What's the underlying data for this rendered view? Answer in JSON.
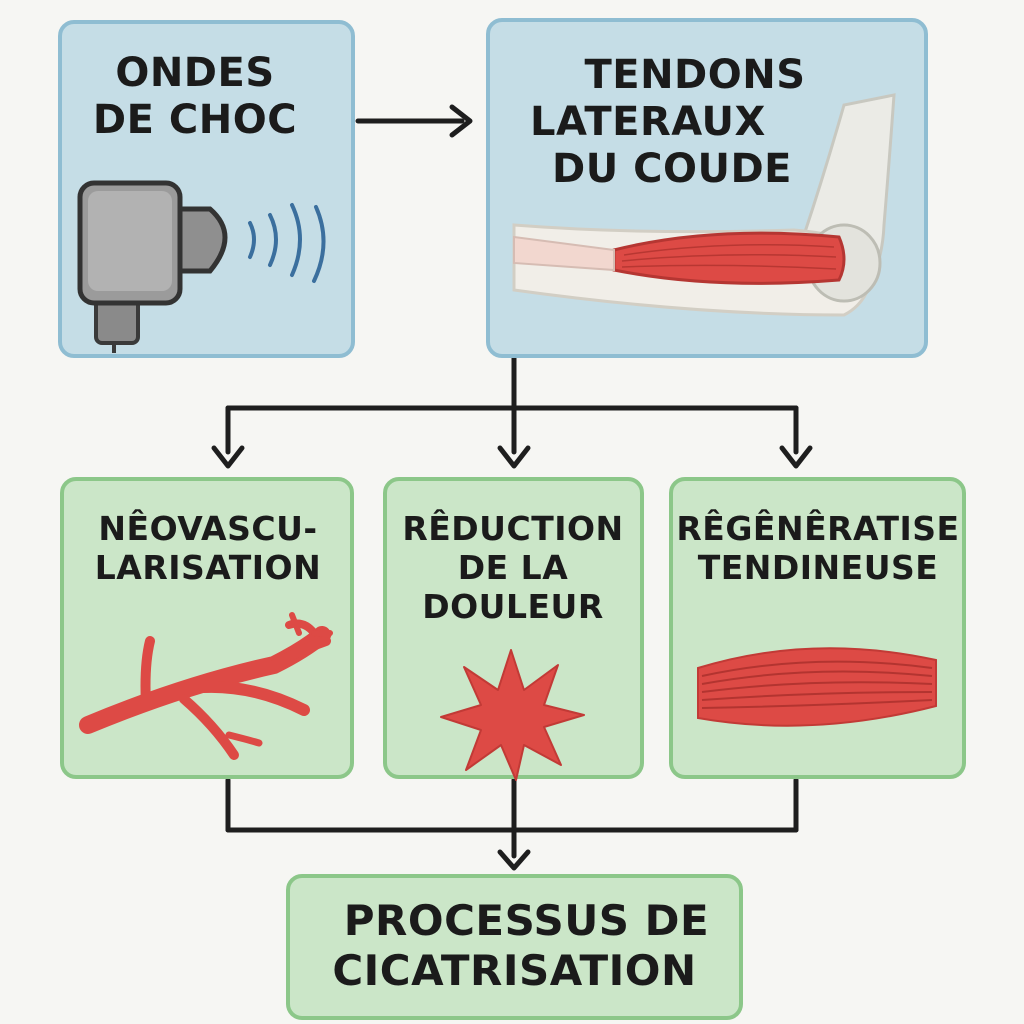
{
  "nodes": {
    "shockwaves": {
      "lines": [
        "ONDES",
        "DE CHOC"
      ]
    },
    "tendons": {
      "lines": [
        "TENDONS",
        "LATERAUX",
        "DU COUDE"
      ]
    },
    "neovasc": {
      "lines": [
        "NÊOVASCU-",
        "LARISATION"
      ]
    },
    "pain": {
      "lines": [
        "RÊDUCTION",
        "DE LA",
        "DOULEUR"
      ]
    },
    "regen": {
      "lines": [
        "RÊGÊNÊRATISE",
        "TENDINEUSE"
      ]
    },
    "healing": {
      "lines": [
        "PROCESSUS DE",
        "CICATRISATION"
      ]
    }
  },
  "colors": {
    "blue_fill": "#c5dde6",
    "blue_border": "#8fbdd2",
    "green_fill": "#cbe6c8",
    "green_border": "#8cc789",
    "red": "#dd4a45",
    "arrow": "#1e1e1e"
  },
  "icons": {
    "shockwaves": "shockwave-device-icon",
    "tendons": "elbow-tendon-icon",
    "neovasc": "blood-vessel-icon",
    "pain": "pain-burst-icon",
    "regen": "tendon-fiber-icon"
  }
}
